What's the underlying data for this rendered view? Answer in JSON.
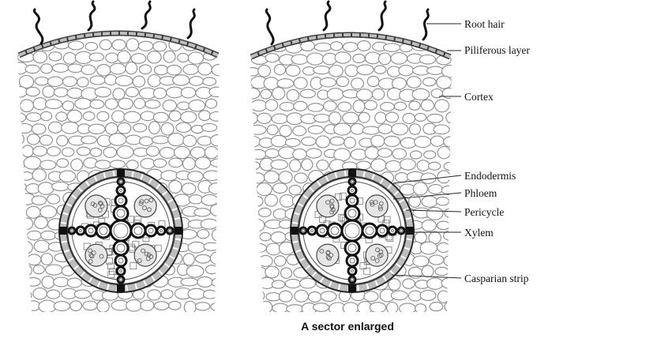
{
  "caption": "A sector enlarged",
  "labels": [
    "Root hair",
    "Piliferous layer",
    "Cortex",
    "Endodermis",
    "Phloem",
    "Pericycle",
    "Xylem",
    "Casparian strip"
  ],
  "colors": {
    "ink": "#222222",
    "cortex_cell": "#8a8a8a",
    "epidermis": "#6f6f6f",
    "casparian": "#111111"
  }
}
